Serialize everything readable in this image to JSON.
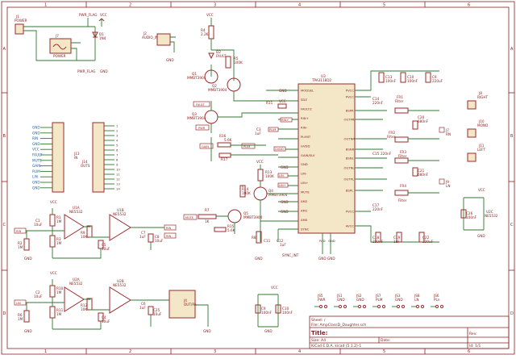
{
  "frame": {
    "col_labels": [
      "1",
      "2",
      "3",
      "4",
      "5",
      "6"
    ],
    "row_labels": [
      "A",
      "B",
      "C",
      "D"
    ]
  },
  "power": {
    "j1": "J1",
    "j1_val": "POWER",
    "j7": "J7",
    "j7_val": "POWER",
    "d1": "D1",
    "d1_val": "1N4",
    "pwr_flag_vcc": "PWR_FLAG",
    "vcc": "VCC",
    "pwr_flag_gnd": "PWR_FLAG",
    "gnd": "GND"
  },
  "audio_in": {
    "ref": "J2",
    "val": "AUDIO_IN",
    "gnd": "GND"
  },
  "fault_circuit": {
    "r4": "R4",
    "r4_val": "2.2K",
    "d2": "D2",
    "d2_val": "FAULT",
    "r5": "R5",
    "r5_val": "100K",
    "q1": "Q1",
    "q1_val": "MMBT3904",
    "q2": "Q2",
    "q2_val": "MMBT3904",
    "q3": "Q3",
    "q3_val": "MMBT3904",
    "fault_label": "FAULT",
    "pwr_label": "PWR"
  },
  "ic": {
    "ref": "U3",
    "val": "TPA3118D2",
    "left_pins": [
      "MODSEL",
      "SDZ",
      "FAULTZ",
      "RIN+",
      "RIN-",
      "PLIMIT",
      "GVDD",
      "GAIN/SLV",
      "GND",
      "LIN-",
      "LIN+",
      "MUTE",
      "AM2",
      "AM1",
      "AM0",
      "SYNC"
    ],
    "right_pins": [
      "PVCC",
      "PVCC",
      "BSPR",
      "OUTPR",
      "OUTNR",
      "BSNR",
      "BSNL",
      "OUTNL",
      "OUTPL",
      "BSPL",
      "PVCC",
      "AVCC"
    ],
    "bottom_pins": [
      "PAD",
      "GND"
    ]
  },
  "output_filter": {
    "c13": "C13",
    "c13_val": "100nF",
    "c10": "C10",
    "c10_val": "100nF",
    "c9": "C9",
    "c9_val": "220uF",
    "c14": "C14",
    "c14_val": "220nF",
    "fr1": "FR1",
    "fr1_val": "Filter",
    "fr2": "FR2",
    "fr2_val": "Filter",
    "fr3": "FR3",
    "fr3_val": "Filter",
    "fr4": "FR4",
    "fr4_val": "Filter",
    "c15": "C15",
    "c15_val": "220nF",
    "c16": "C16",
    "c16_val": "220nF",
    "c17": "C17",
    "c17_val": "220nF",
    "c18": "C18",
    "c18_val": "220nF",
    "c19": "C19",
    "c19_val": "1uF",
    "c20": "C20",
    "c20_val": "680nF",
    "c21": "C21",
    "c21_val": "680nF",
    "c22": "C22",
    "c22_val": "220uF",
    "c23": "C23",
    "c23_val": "100nF",
    "c24": "C24",
    "c24_val": "1uF"
  },
  "output_connectors": {
    "j8": "J8",
    "j8_val": "RIGHT",
    "j10": "J10",
    "j10_val": "MONO",
    "j11": "J11",
    "j11_val": "LEFT",
    "j7": "J7",
    "j7_val": "RN",
    "j9": "J9",
    "j9_val": "LN"
  },
  "header": {
    "j13": "J13",
    "j13_val": "IN",
    "j14": "J14",
    "j14_val": "OUTS",
    "left_signals": [
      "GND",
      "GND",
      "RIN",
      "GND",
      "VCC",
      "FAULT",
      "MUTE",
      "GAIN",
      "PLIM",
      "LIN",
      "GND",
      "GND"
    ],
    "right_numbers": [
      "1",
      "2",
      "3",
      "4",
      "5",
      "6",
      "7",
      "8",
      "9",
      "10",
      "11",
      "12",
      "13",
      "14"
    ]
  },
  "gain_plim": {
    "r16": "R16",
    "r16_val": "5.6K",
    "r17": "R17",
    "r17_val": "",
    "c3": "C3",
    "c3_val": "1uF",
    "plim_label": "PLIM",
    "gain_label": "GAIN",
    "gvdd": "GVDD"
  },
  "mute_circuit": {
    "r7": "R7",
    "r7_val": "1K",
    "r13": "R13",
    "r13_val": "100K",
    "r14": "R14",
    "r14_val": "100K",
    "r15": "R15",
    "r15_val": "5.6K",
    "q4": "Q4",
    "q4_val": "MMBT3904",
    "q5": "Q5",
    "q5_val": "MMBT3904",
    "r8": "R8",
    "r8_val": "100K",
    "mute_label": "MUTE",
    "c11": "C11",
    "c11_val": "1uF",
    "c12": "C12",
    "c12_val": "1uF",
    "sync_label": "SYNC_INT"
  },
  "right_preamp": {
    "input_label": "RIN",
    "c1": "C1",
    "c1_val": "10uF",
    "r1": "R1",
    "r1_val": "1M",
    "r2": "R2",
    "r2_val": "1M",
    "r3": "R3",
    "r3_val": "1M",
    "r9": "R9",
    "r9_val": "10K",
    "u1a": "U1A",
    "u1a_val": "NE5532",
    "u1b": "U1B",
    "u1b_val": "NE5532",
    "c5": "C5",
    "c5_val": "10uF",
    "c7": "C7",
    "c7_val": "1uF",
    "c8": "C8",
    "c8_val": "10uF",
    "out_label": "RIN"
  },
  "left_preamp": {
    "input_label": "LIN",
    "c2": "C2",
    "c2_val": "10uF",
    "r6": "R6",
    "r6_val": "1M",
    "r10": "R10",
    "r10_val": "1M",
    "r11": "R11",
    "r11_val": "1M",
    "r12": "R12",
    "r12_val": "10K",
    "u2a": "U2A",
    "u2a_val": "NE5532",
    "u2b": "U2B",
    "u2b_val": "NE5532",
    "c4": "C4",
    "c4_val": "10uF",
    "c6": "C6",
    "c6_val": "1uF",
    "c25": "C25",
    "c25_val": "10uF",
    "out_label": "LIN",
    "j4": "J4",
    "j4_val": "OUT/PA"
  },
  "bottom_caps": {
    "c9": "C9",
    "c9_val": "100nF",
    "c26": "C26",
    "c26_val": "100nF",
    "c10": "C10",
    "c10_val": "100nF",
    "u2c": "U2C",
    "u2c_val": "NE5532"
  },
  "jumpers": [
    {
      "ref": "JS5",
      "val": "PWR"
    },
    {
      "ref": "JS1",
      "val": "GND"
    },
    {
      "ref": "JS2",
      "val": "GND"
    },
    {
      "ref": "JS7",
      "val": "PLM"
    },
    {
      "ref": "JS3",
      "val": "GND"
    },
    {
      "ref": "JS8",
      "val": "LN"
    },
    {
      "ref": "JS6",
      "val": "PLn"
    }
  ],
  "title_block": {
    "sheet": "Sheet: /",
    "file": "File: AmpClassD_Daughter.sch",
    "title_label": "Title:",
    "size": "Size: A4",
    "date": "Date:",
    "rev_label": "Rev:",
    "kicad": "KiCad E.D.A.  kicad (5.1.2)-1",
    "id": "Id: 1/1"
  }
}
